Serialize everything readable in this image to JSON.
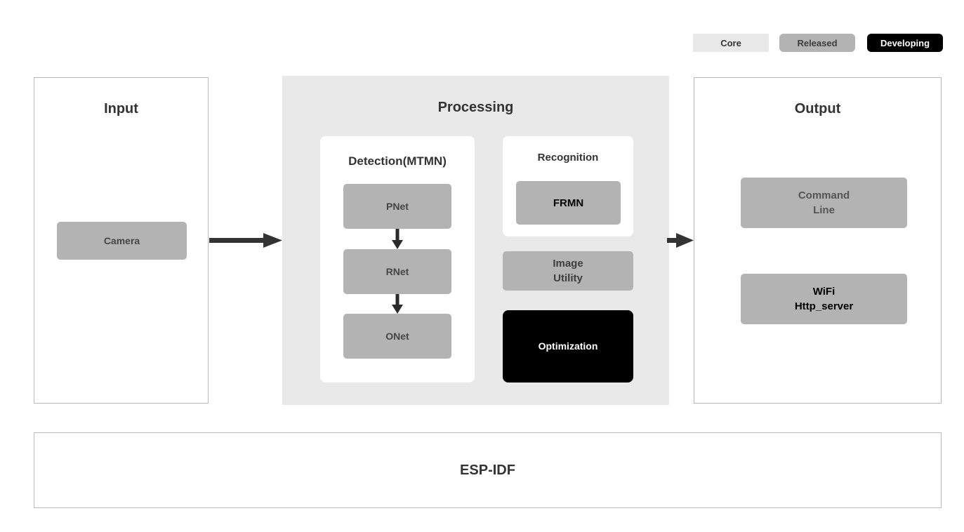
{
  "legend": {
    "items": [
      {
        "label": "Core",
        "color": "#e8e8e8",
        "text_color": "#333333"
      },
      {
        "label": "Released",
        "color": "#b3b3b3",
        "text_color": "#3d3d3d"
      },
      {
        "label": "Developing",
        "color": "#000000",
        "text_color": "#ffffff"
      }
    ]
  },
  "diagram": {
    "input": {
      "title": "Input",
      "nodes": [
        {
          "label": "Camera",
          "status": "released"
        }
      ]
    },
    "processing": {
      "title": "Processing",
      "detection": {
        "title": "Detection(MTMN)",
        "nodes": [
          "PNet",
          "RNet",
          "ONet"
        ],
        "status": "released"
      },
      "recognition": {
        "title": "Recognition",
        "nodes": [
          "FRMN"
        ],
        "status": "released"
      },
      "image_utility": {
        "line1": "Image",
        "line2": "Utility",
        "status": "released"
      },
      "optimization": {
        "label": "Optimization",
        "status": "developing"
      }
    },
    "output": {
      "title": "Output",
      "nodes": [
        {
          "line1": "Command",
          "line2": "Line",
          "status": "released"
        },
        {
          "line1": "WiFi",
          "line2": "Http_server",
          "status": "released"
        }
      ]
    },
    "base": {
      "title": "ESP-IDF"
    }
  },
  "colors": {
    "panel_background": "#e9e9e9",
    "node_gray": "#b3b3b3",
    "node_black": "#000000",
    "border_gray": "#b9b9b9",
    "arrow": "#333333",
    "title_text": "#333333"
  }
}
